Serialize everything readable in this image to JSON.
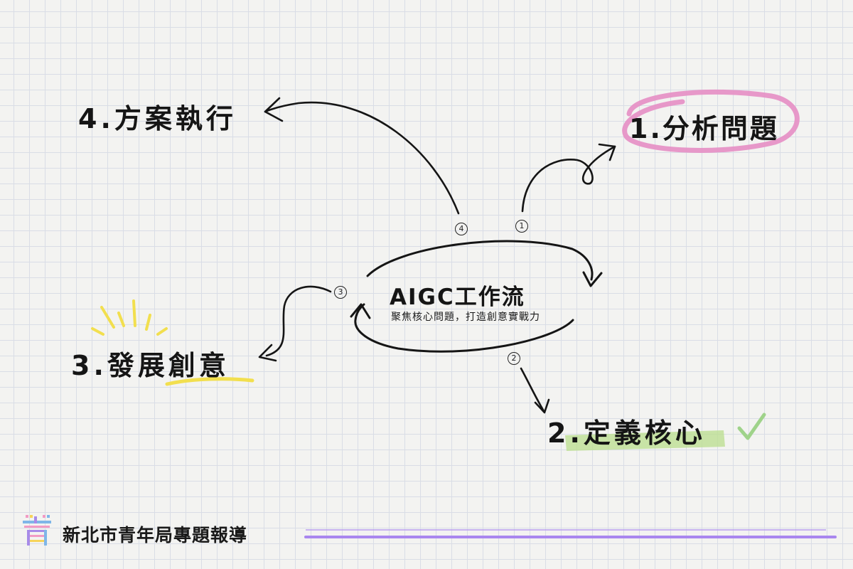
{
  "diagram": {
    "center": {
      "title": "AIGC工作流",
      "subtitle": "聚焦核心問題，打造創意實戰力"
    },
    "steps": [
      {
        "number": "1",
        "label": "1.分析問題",
        "highlight": "pink-circle"
      },
      {
        "number": "2",
        "label": "2.定義核心",
        "highlight": "green-marker-with-checkmark"
      },
      {
        "number": "3",
        "label": "3.發展創意",
        "highlight": "yellow-underline-with-burst"
      },
      {
        "number": "4",
        "label": "4.方案執行",
        "highlight": "none"
      }
    ]
  },
  "footer": {
    "logo_char": "青",
    "text": "新北市青年局專題報導"
  },
  "colors": {
    "frame_gradient_start": "#f1b8d8",
    "frame_gradient_end": "#7a4fe3",
    "circle_pink": "#e58ec4",
    "marker_green": "#b9dd8c",
    "underline_yellow": "#f2df4e",
    "check_green": "#9fd38a",
    "ink": "#151515"
  }
}
